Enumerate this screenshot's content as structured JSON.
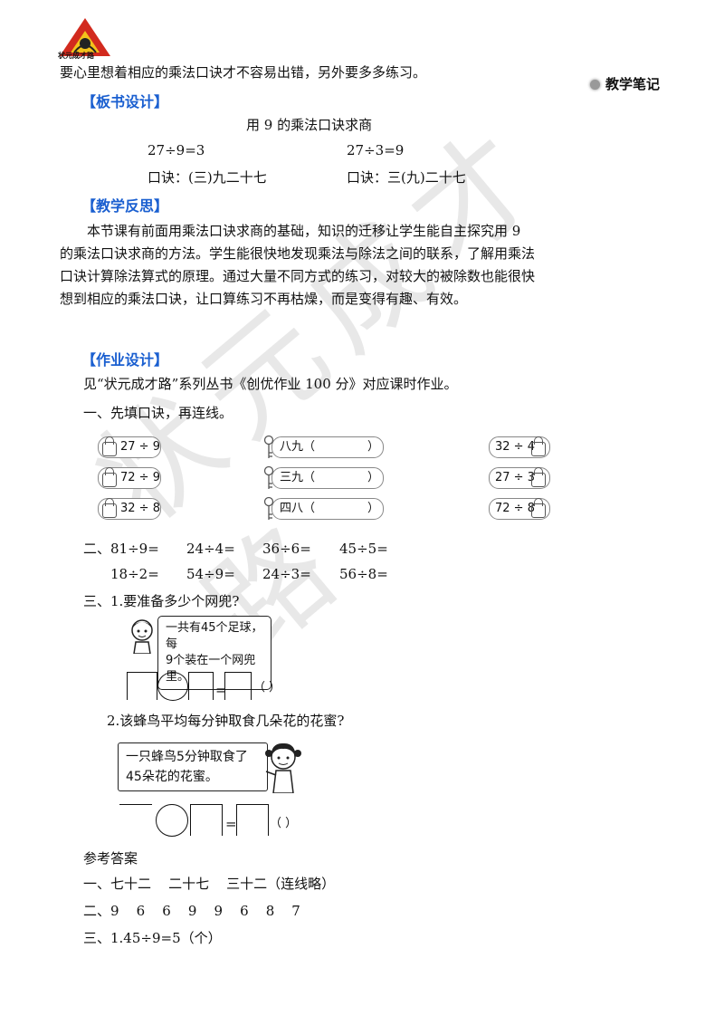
{
  "header": {
    "logo_text": "状元成才路",
    "notes_label": "教学笔记"
  },
  "intro_line": "要心里想着相应的乘法口诀才不容易出错，另外要多多练习。",
  "board": {
    "heading": "【板书设计】",
    "title": "用 9 的乘法口诀求商",
    "eq1": "27÷9=3",
    "eq2": "27÷3=9",
    "rhyme1": "口诀：(三)九二十七",
    "rhyme2": "口诀：三(九)二十七"
  },
  "reflection": {
    "heading": "【教学反思】",
    "text": "本节课有前面用乘法口诀求商的基础，知识的迁移让学生能自主探究用 9 的乘法口诀求商的方法。学生能很快地发现乘法与除法之间的联系，了解用乘法口诀计算除法算式的原理。通过大量不同方式的练习，对较大的被除数也能很快想到相应的乘法口诀，让口算练习不再枯燥，而是变得有趣、有效。"
  },
  "homework": {
    "heading": "【作业设计】",
    "intro": "见“状元成才路”系列丛书《创优作业 100 分》对应课时作业。",
    "q1_title": "一、先填口诀，再连线。",
    "left_locks": [
      "27 ÷ 9",
      "72 ÷ 9",
      "32 ÷ 8"
    ],
    "keys": [
      "八九（",
      "三九（",
      "四八（"
    ],
    "key_close": "）",
    "right_locks": [
      "32 ÷ 4",
      "27 ÷ 3",
      "72 ÷ 8"
    ],
    "q2_prefix": "二、",
    "q2_row1": [
      "81÷9=",
      "24÷4=",
      "36÷6=",
      "45÷5="
    ],
    "q2_row2": [
      "18÷2=",
      "54÷9=",
      "24÷3=",
      "56÷8="
    ],
    "q3_1": "三、1.要准备多少个网兜?",
    "bubble1": [
      "一共有45个足球，每",
      "9个装在一个网兜里。"
    ],
    "q3_2": "2.该蜂鸟平均每分钟取食几朵花的花蜜?",
    "bubble2": [
      "一只蜂鸟5分钟取食了",
      "45朵花的花蜜。"
    ],
    "eq_sign": "=",
    "paren": "（        ）"
  },
  "answers": {
    "title": "参考答案",
    "a1": "一、七十二    二十七    三十二（连线略）",
    "a2": "二、9    6    6    9    9    6    8    7",
    "a3": "三、1.45÷9=5（个）"
  },
  "watermark": "状元成才路",
  "colors": {
    "heading": "#1a5fd0",
    "logo_red": "#d22a1e",
    "logo_yellow": "#f3c21b"
  }
}
